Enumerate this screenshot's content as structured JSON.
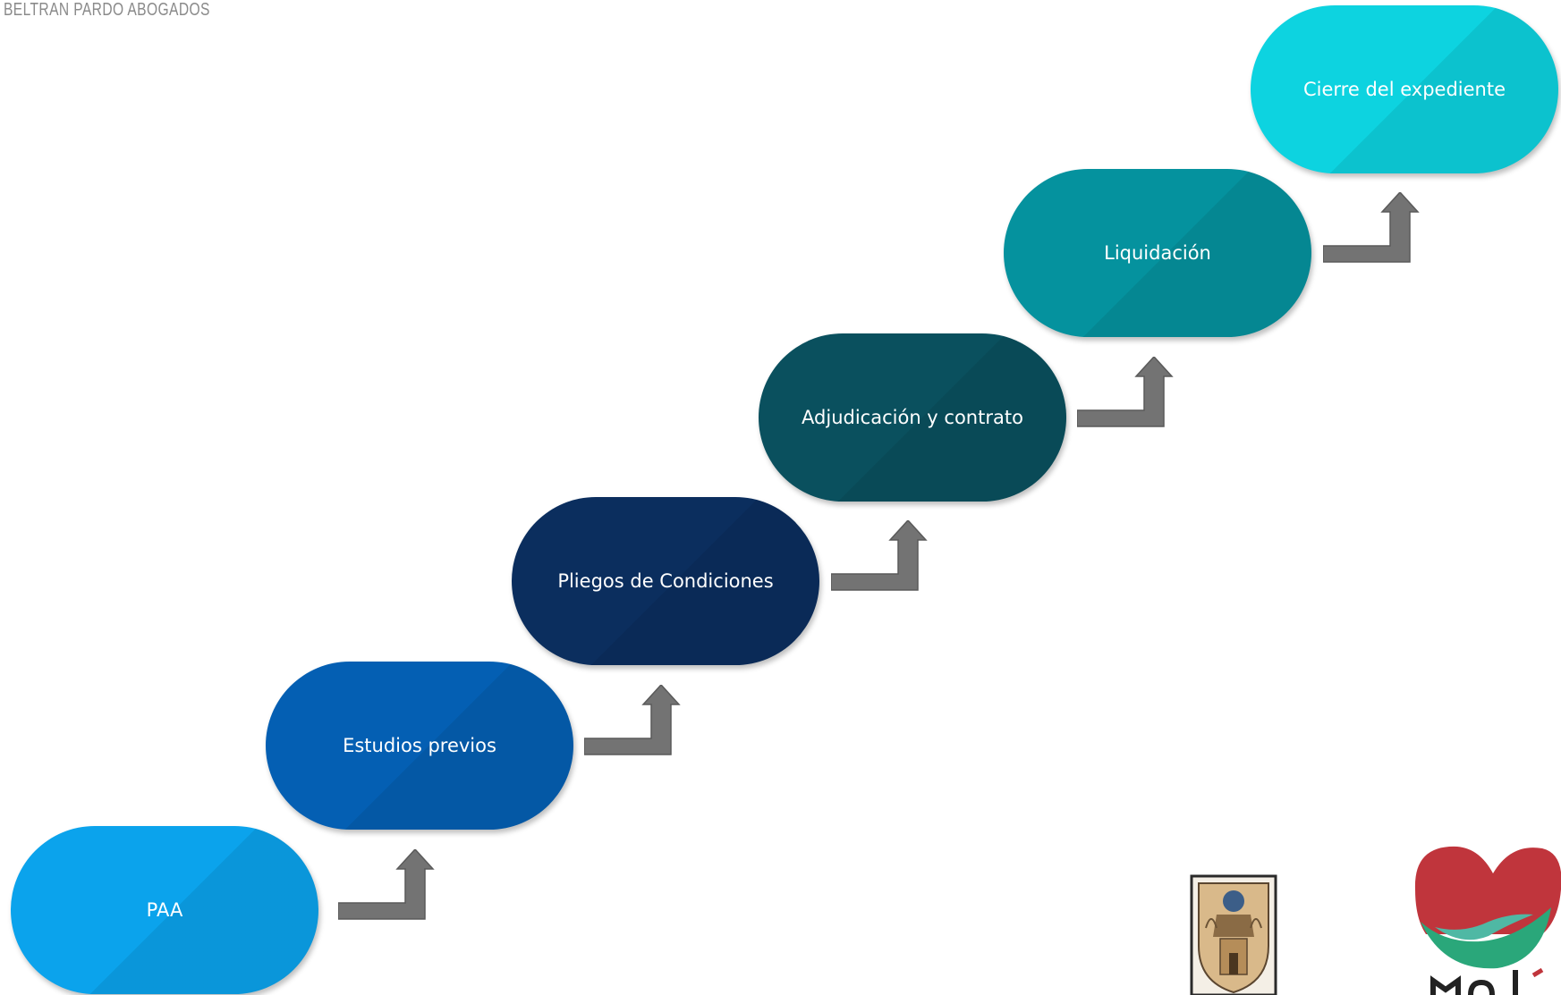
{
  "brand": "BELTRAN PARDO ABOGADOS",
  "steps": [
    {
      "label": "PAA",
      "color": "#0ba3ec"
    },
    {
      "label": "Estudios previos",
      "color": "#045fb3"
    },
    {
      "label": "Pliegos de Condiciones",
      "color": "#0b2e5e"
    },
    {
      "label": "Adjudicación y contrato",
      "color": "#0a505e"
    },
    {
      "label": "Liquidación",
      "color": "#05929e"
    },
    {
      "label": "Cierre del expediente",
      "color": "#0dd3e0"
    }
  ],
  "arrow_color": "#737373"
}
